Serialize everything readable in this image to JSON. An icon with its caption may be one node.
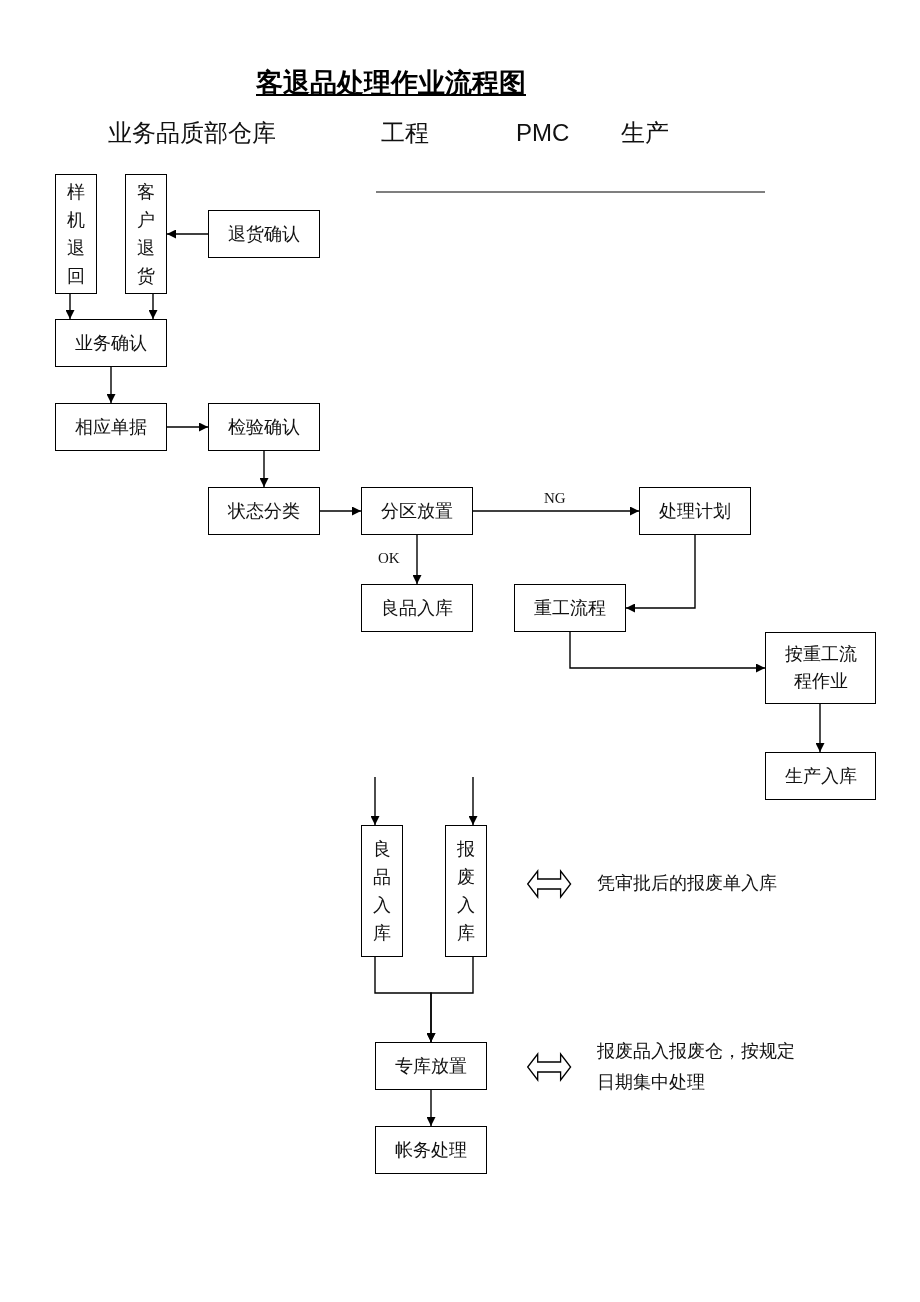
{
  "diagram": {
    "title": "客退品处理作业流程图",
    "nodes": [
      {
        "text": [
          "样机退回"
        ]
      },
      {
        "text": [
          "客户退货"
        ]
      },
      {
        "text": [
          "退货确认"
        ]
      },
      {
        "text": [
          "业务确认"
        ]
      },
      {
        "text": [
          "相应单据"
        ]
      },
      {
        "text": [
          "检验确认"
        ]
      },
      {
        "text": [
          "状态分类"
        ]
      },
      {
        "text": [
          "分区放置"
        ]
      },
      {
        "text": [
          "处理计划"
        ]
      },
      {
        "text": [
          "良品入库"
        ]
      },
      {
        "text": [
          "重工流程"
        ]
      },
      {
        "text": [
          "按重工流程作业"
        ]
      },
      {
        "text": [
          "生产入库"
        ]
      },
      {
        "text": [
          "良品入库"
        ]
      },
      {
        "text": [
          "报废入库"
        ]
      },
      {
        "text": [
          "专库放置"
        ]
      },
      {
        "text": [
          "帐务处理"
        ]
      },
      {
        "text": [
          "凭审批后的报废单入库"
        ]
      },
      {
        "text": [
          "报废品入报废仓，按规定日期集中处理"
        ]
      }
    ],
    "edges": [
      {
        "from": 2,
        "to": 1,
        "arrow": "to"
      },
      {
        "from": 0,
        "to": 3,
        "arrow": "to"
      },
      {
        "from": 1,
        "to": 3,
        "arrow": "to"
      },
      {
        "from": 3,
        "to": 4,
        "arrow": "to"
      },
      {
        "from": 4,
        "to": 5,
        "arrow": "to"
      },
      {
        "from": 5,
        "to": 6,
        "arrow": "to"
      },
      {
        "from": 6,
        "to": 7,
        "arrow": "to"
      },
      {
        "from": 7,
        "to": 8,
        "arrow": "to",
        "label": "NG"
      },
      {
        "from": 7,
        "to": 9,
        "arrow": "to",
        "label": "OK"
      },
      {
        "from": 8,
        "to": 10,
        "arrow": "to"
      },
      {
        "from": 10,
        "to": 11,
        "arrow": "to"
      },
      {
        "from": 11,
        "to": 12,
        "arrow": "to"
      },
      {
        "from": null,
        "to": 13,
        "arrow": "to"
      },
      {
        "from": null,
        "to": 14,
        "arrow": "to"
      },
      {
        "from": 13,
        "to": 15,
        "arrow": "to"
      },
      {
        "from": 14,
        "to": 15,
        "arrow": "to"
      },
      {
        "from": 15,
        "to": 16,
        "arrow": "to"
      },
      {
        "from": 14,
        "to": 17,
        "arrow": "both",
        "style": "thick"
      },
      {
        "from": 15,
        "to": 18,
        "arrow": "both",
        "style": "thick"
      }
    ],
    "labels": [
      "业务品质部仓库",
      "工程",
      "PMC",
      "生产"
    ]
  }
}
